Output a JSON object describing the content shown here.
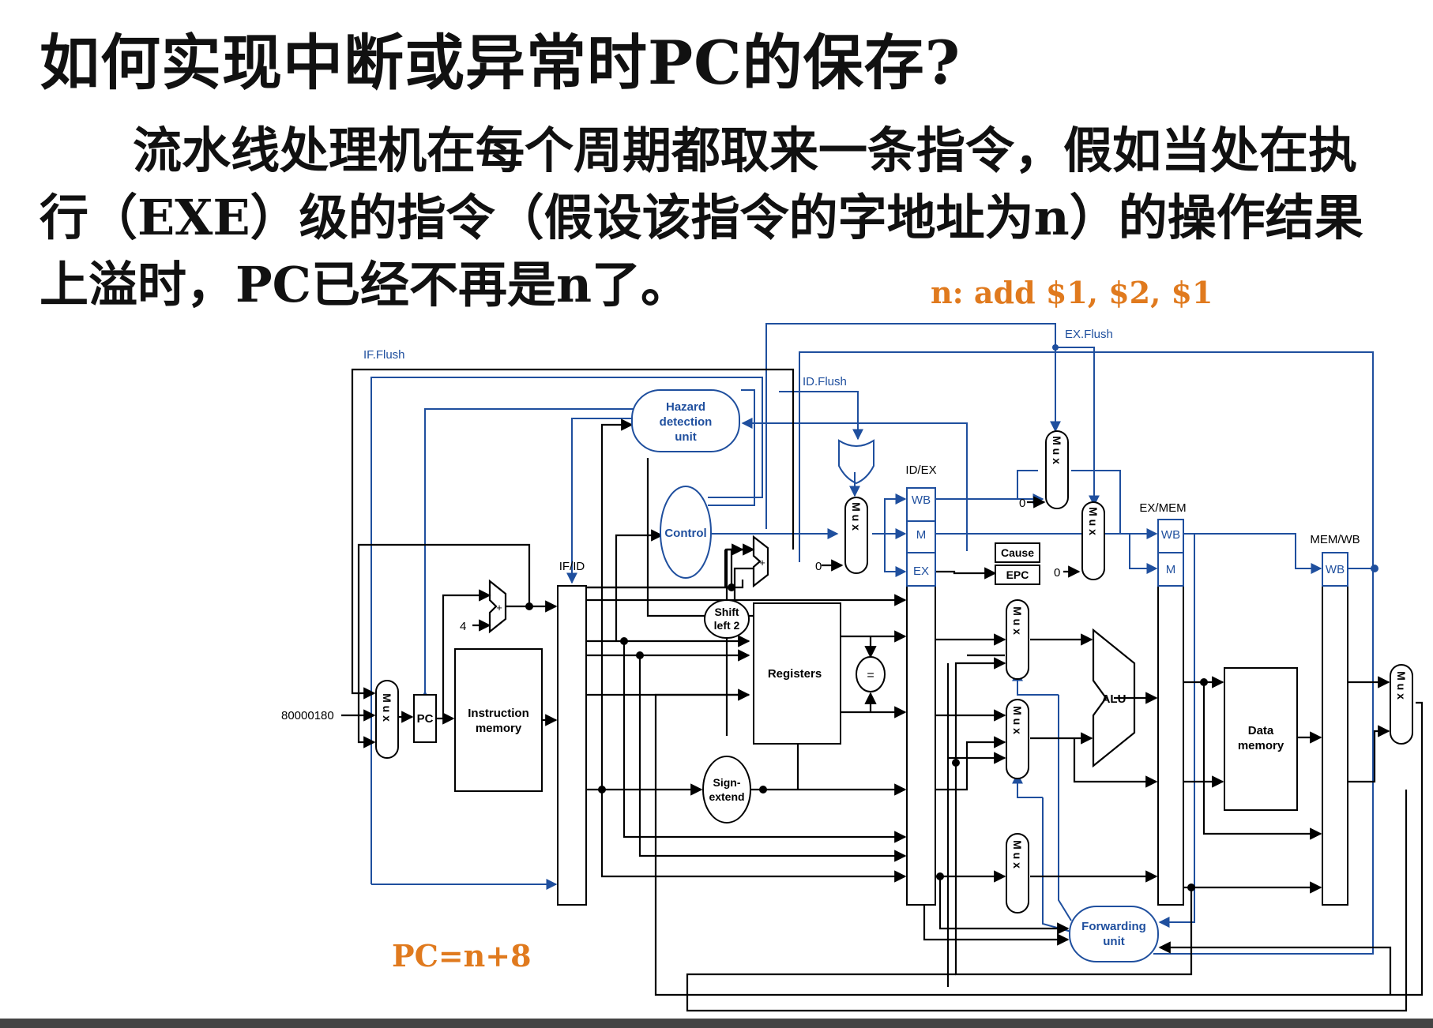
{
  "slide": {
    "title": "如何实现中断或异常时PC的保存?",
    "paragraph_lines": [
      "流水线处理机在每个周期都取来一条指令，假如当处在执",
      "行（EXE）级的指令（假设该指令的字地址为n）的操作结果",
      "上溢时，PC已经不再是n了。"
    ],
    "instruction_annotation": "n: add $1, $2, $1",
    "pc_annotation": "PC=n+8"
  },
  "diagram": {
    "labels": {
      "if_flush": "IF.Flush",
      "id_flush": "ID.Flush",
      "ex_flush": "EX.Flush",
      "hazard_detection_unit": [
        "Hazard",
        "detection",
        "unit"
      ],
      "control": "Control",
      "if_id": "IF/ID",
      "id_ex": "ID/EX",
      "ex_mem": "EX/MEM",
      "mem_wb": "MEM/WB",
      "pc": "PC",
      "instruction_memory": [
        "Instruction",
        "memory"
      ],
      "registers": "Registers",
      "shift_left_2": [
        "Shift",
        "left 2"
      ],
      "sign_extend": [
        "Sign-",
        "extend"
      ],
      "alu": "ALU",
      "data_memory": [
        "Data",
        "memory"
      ],
      "forwarding_unit": [
        "Forwarding",
        "unit"
      ],
      "cause": "Cause",
      "epc": "EPC",
      "exception_address": "80000180",
      "const_4": "4",
      "zero": "0",
      "wb": "WB",
      "m": "M",
      "ex": "EX",
      "mux": "M u x",
      "equals": "=",
      "plus": "+"
    },
    "colors": {
      "datapath": "#000000",
      "control": "#1f4f9e",
      "annotation": "#e07a1e"
    }
  }
}
